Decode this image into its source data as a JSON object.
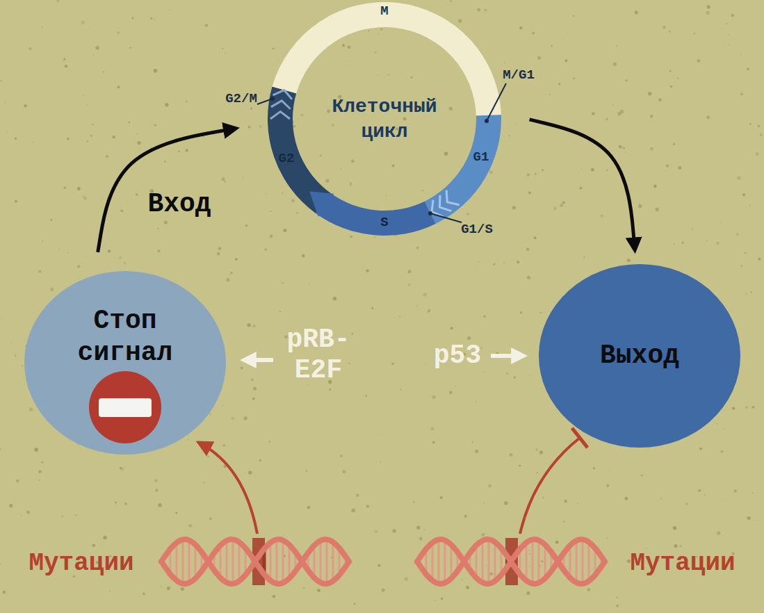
{
  "diagram": {
    "nodes": [
      {
        "text": [
          "Клеточный цикл"
        ]
      },
      {
        "text": [
          "Стоп сигнал"
        ]
      },
      {
        "text": [
          "Выход"
        ]
      }
    ],
    "edges": [
      {
        "from": 1,
        "to": 0,
        "arrow": "to",
        "label": "Вход"
      },
      {
        "from": 0,
        "to": 2,
        "arrow": "to"
      }
    ],
    "labels": [
      "M",
      "M/G1",
      "G1",
      "G1/S",
      "S",
      "G2",
      "G2/M",
      "pRB- E2F",
      "p53",
      "Мутации",
      "Мутации"
    ]
  }
}
